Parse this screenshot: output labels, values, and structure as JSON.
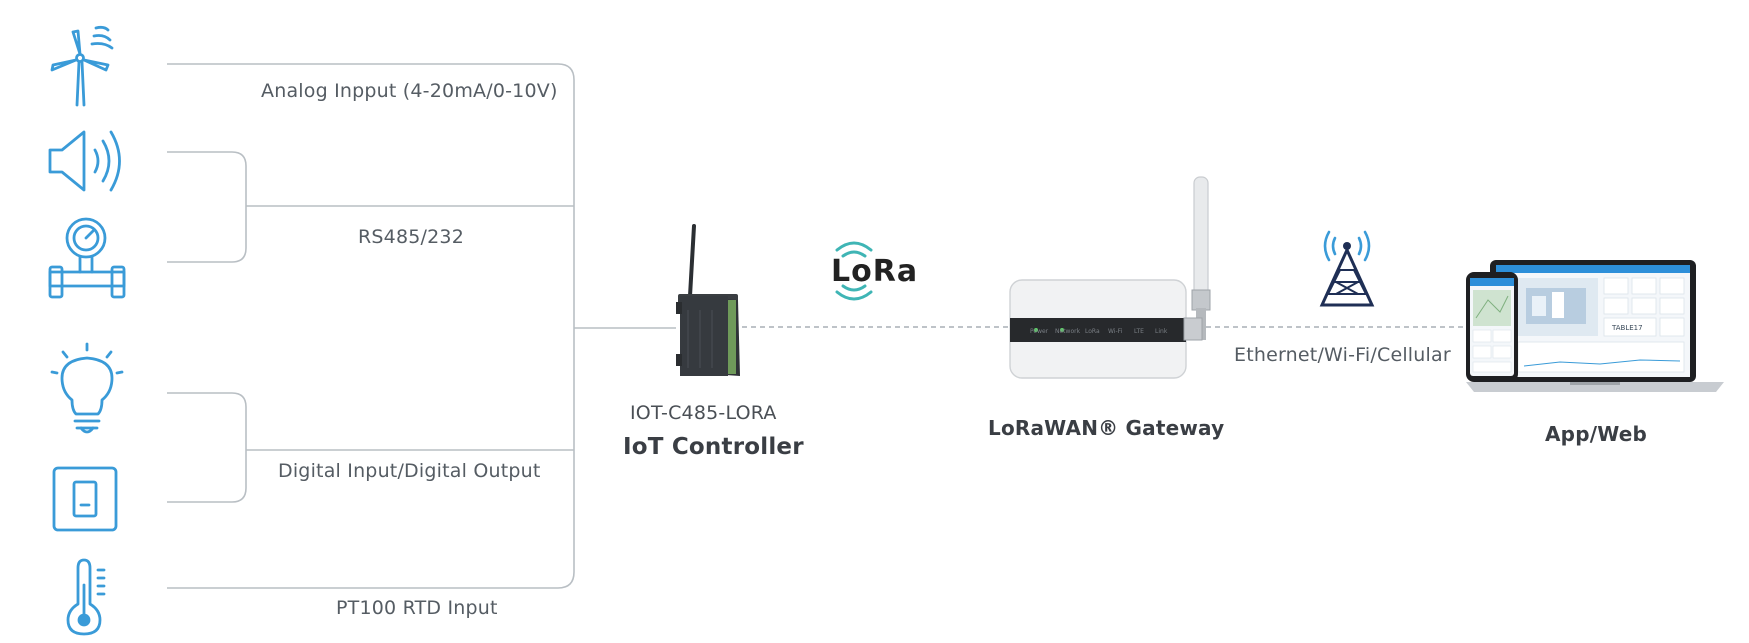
{
  "inputs": {
    "analog": "Analog Inpput (4-20mA/0-10V)",
    "rs485": "RS485/232",
    "digital": "Digital Input/Digital Output",
    "pt100": "PT100 RTD Input"
  },
  "controller": {
    "model": "IOT-C485-LORA",
    "name": "IoT Controller"
  },
  "lora": {
    "logo": "LoRa"
  },
  "gateway": {
    "name": "LoRaWAN® Gateway",
    "leds": [
      "Power",
      "Network",
      "LoRa",
      "Wi-Fi",
      "LTE",
      "Link"
    ]
  },
  "network": {
    "label": "Ethernet/Wi-Fi/Cellular"
  },
  "app": {
    "name": "App/Web",
    "screen_value": "TABLE17"
  },
  "colors": {
    "icon_blue": "#3a9bd8",
    "line_gray": "#b9bfc4",
    "text_gray": "#555c63"
  }
}
